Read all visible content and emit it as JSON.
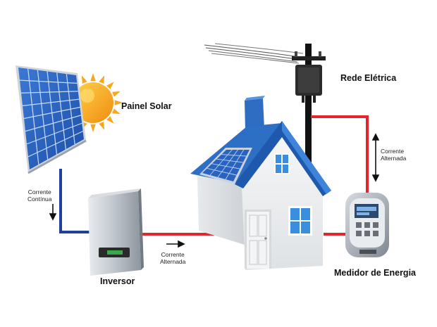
{
  "labels": {
    "painel_solar": "Painel Solar",
    "rede_eletrica": "Rede Elétrica",
    "inversor": "Inversor",
    "medidor": "Medidor de Energia"
  },
  "flows": {
    "dc": {
      "line1": "Corrente",
      "line2": "Contínua"
    },
    "ac_inverter": {
      "line1": "Corrente",
      "line2": "Alternada"
    },
    "ac_grid": {
      "line1": "Corrente",
      "line2": "Alternada"
    }
  },
  "colors": {
    "dc_wire": "#1e3f9a",
    "ac_wire": "#e3232d",
    "grid_wire": "#111111",
    "roof": "#2d6fc4",
    "sun": "#f5a81c"
  }
}
